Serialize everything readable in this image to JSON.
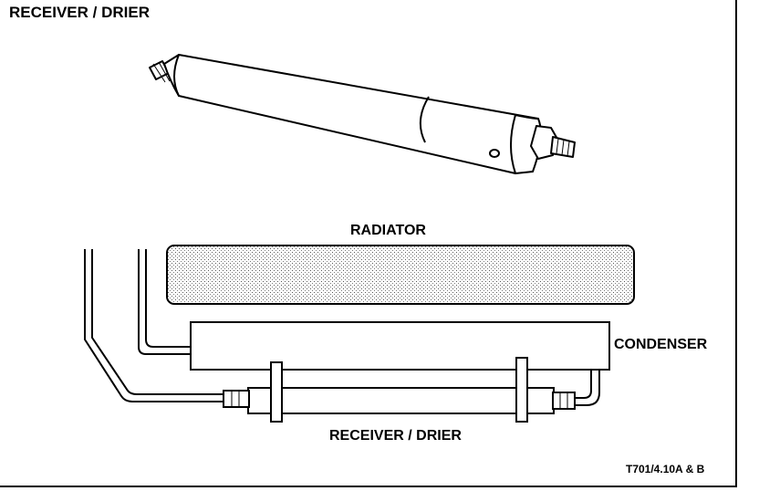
{
  "title": "RECEIVER / DRIER",
  "labels": {
    "radiator": "RADIATOR",
    "condenser": "CONDENSER",
    "receiver_drier": "RECEIVER / DRIER"
  },
  "reference_code": "T701/4.10A & B"
}
